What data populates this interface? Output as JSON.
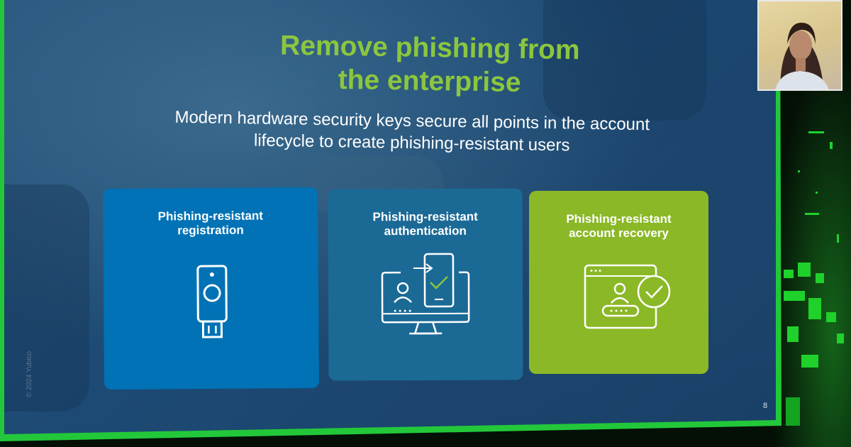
{
  "slide": {
    "title_line1": "Remove phishing from",
    "title_line2": "the enterprise",
    "subtitle_line1": "Modern hardware security keys secure all points in the account",
    "subtitle_line2": "lifecycle to create phishing-resistant users",
    "page_number": "8",
    "copyright": "© 2024 Yubico"
  },
  "cards": [
    {
      "line1": "Phishing-resistant",
      "line2": "registration",
      "icon": "usb-security-key-icon",
      "color": "#0072b5"
    },
    {
      "line1": "Phishing-resistant",
      "line2": "authentication",
      "icon": "computer-phone-verify-icon",
      "color": "#1b6a96"
    },
    {
      "line1": "Phishing-resistant",
      "line2": "account recovery",
      "icon": "browser-user-check-icon",
      "color": "#8bb827"
    }
  ],
  "colors": {
    "title_green": "#8cc63e",
    "frame_green": "#23c83a",
    "slide_blue": "#1d4a74"
  }
}
